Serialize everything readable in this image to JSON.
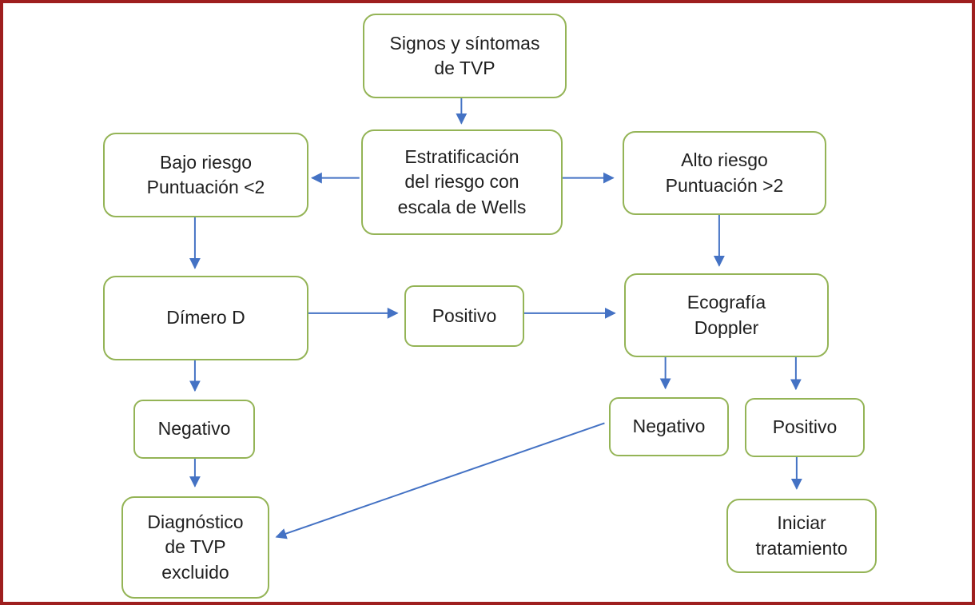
{
  "diagram": {
    "type": "flowchart",
    "nodes": {
      "signos": {
        "label": "Signos y síntomas\nde TVP"
      },
      "estratificacion": {
        "label": "Estratificación\ndel riesgo con\nescala de Wells"
      },
      "bajo_riesgo": {
        "label": "Bajo riesgo\nPuntuación <2"
      },
      "alto_riesgo": {
        "label": "Alto riesgo\nPuntuación >2"
      },
      "dimero_d": {
        "label": "Dímero D"
      },
      "positivo_dimero": {
        "label": "Positivo"
      },
      "ecografia": {
        "label": "Ecografía\nDoppler"
      },
      "negativo_dimero": {
        "label": "Negativo"
      },
      "negativo_eco": {
        "label": "Negativo"
      },
      "positivo_eco": {
        "label": "Positivo"
      },
      "diagnostico_excluido": {
        "label": "Diagnóstico\nde TVP\nexcluido"
      },
      "iniciar_tratamiento": {
        "label": "Iniciar\ntratamiento"
      }
    },
    "edges": [
      {
        "from": "signos",
        "to": "estratificacion"
      },
      {
        "from": "estratificacion",
        "to": "bajo_riesgo"
      },
      {
        "from": "estratificacion",
        "to": "alto_riesgo"
      },
      {
        "from": "bajo_riesgo",
        "to": "dimero_d"
      },
      {
        "from": "alto_riesgo",
        "to": "ecografia"
      },
      {
        "from": "dimero_d",
        "to": "positivo_dimero"
      },
      {
        "from": "positivo_dimero",
        "to": "ecografia"
      },
      {
        "from": "dimero_d",
        "to": "negativo_dimero"
      },
      {
        "from": "negativo_dimero",
        "to": "diagnostico_excluido"
      },
      {
        "from": "ecografia",
        "to": "negativo_eco"
      },
      {
        "from": "ecografia",
        "to": "positivo_eco"
      },
      {
        "from": "positivo_eco",
        "to": "iniciar_tratamiento"
      },
      {
        "from": "negativo_eco",
        "to": "diagnostico_excluido"
      }
    ]
  },
  "colors": {
    "frame": "#9e1e1e",
    "box_border": "#94b456",
    "arrow": "#4472c4",
    "text": "#1f1f1f"
  }
}
